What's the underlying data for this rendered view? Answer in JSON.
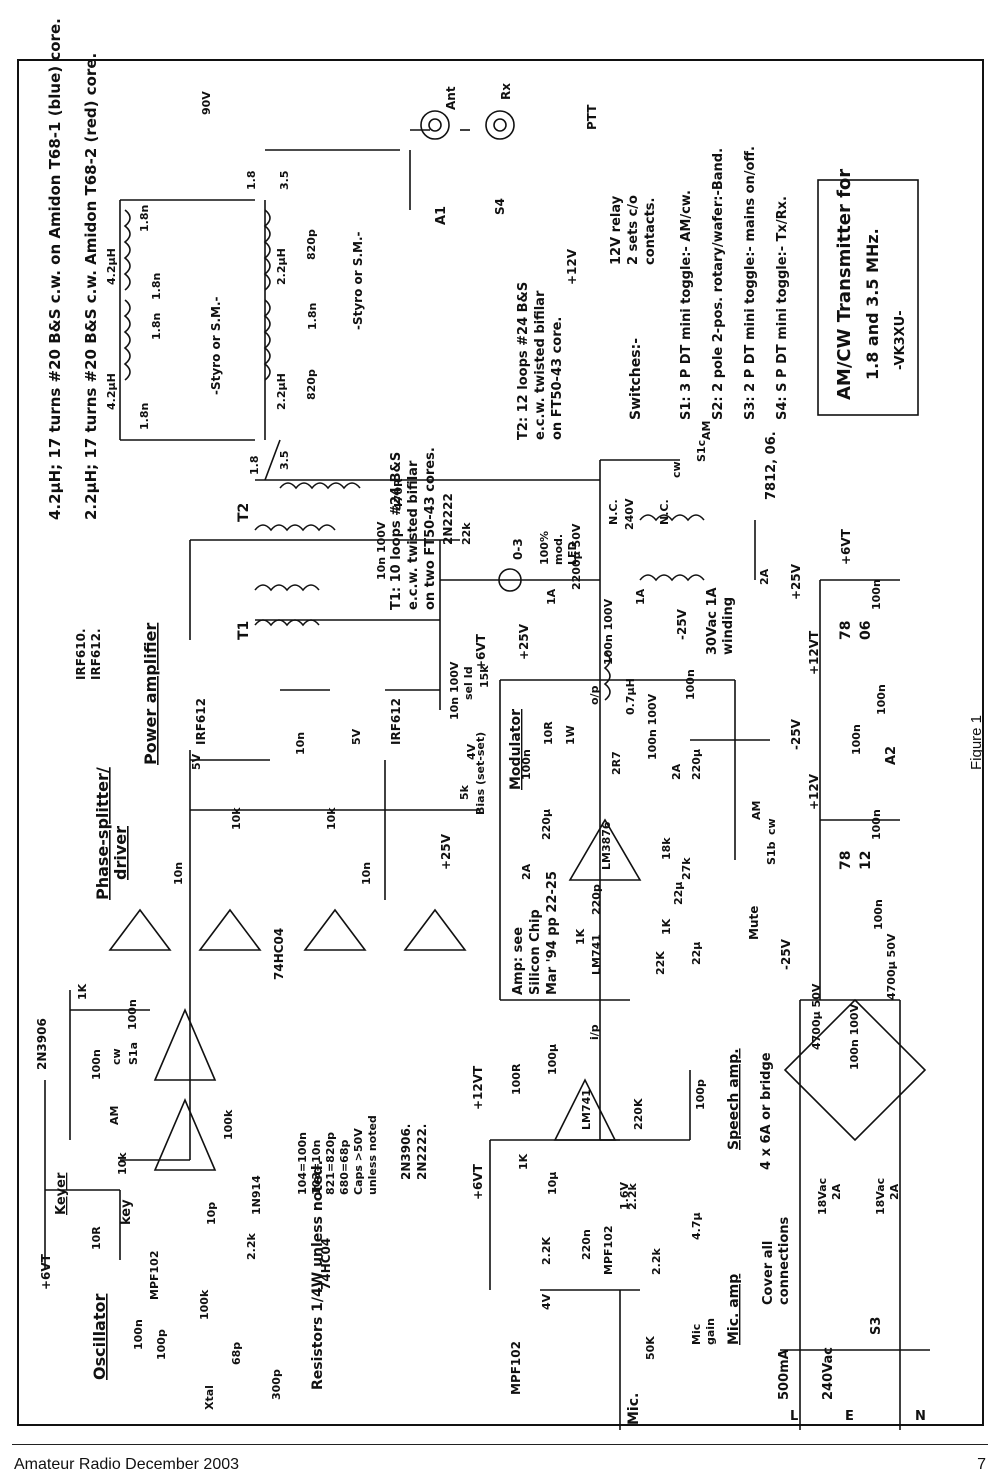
{
  "figure_label": "Figure 1",
  "footer": {
    "left": "Amateur Radio December 2003",
    "right": "7"
  },
  "title_box": {
    "line1": "AM/CW Transmitter for",
    "line2": "1.8 and 3.5 MHz.",
    "line3": "-VK3XU-"
  },
  "coil_notes": {
    "line1": "4.2μH; 17 turns #20 B&S c.w. on Amidon T68-1 (blue) core.",
    "line2": "2.2μH; 17 turns #20 B&S c.w. Amidon T68-2 (red) core."
  },
  "transformer_notes": {
    "t1": [
      "T1: 10 loops #24 B&S",
      "e.c.w. twisted bifilar",
      "on two FT50-43 cores."
    ],
    "t2": [
      "T2: 12 loops #24 B&S",
      "e.c.w. twisted bifilar",
      "on FT50-43 core."
    ]
  },
  "switches": {
    "heading": "Switches:-",
    "items": [
      "S1: 3 P DT mini toggle:- AM/cw.",
      "S2: 2 pole 2-pos. rotary/wafer:-Band.",
      "S3: 2 P DT mini toggle:- mains on/off.",
      "S4: S P DT mini toggle:- Tx/Rx."
    ]
  },
  "relay_note": [
    "12V relay",
    "2 sets c/o",
    "contacts."
  ],
  "general_notes": {
    "resistors": "Resistors 1/4W unless noted.",
    "caps_codes": [
      "104=100n",
      "103=10n",
      "821=820p",
      "680=68p"
    ],
    "caps_voltage": [
      "Caps >50V",
      "unless noted"
    ]
  },
  "section_labels": {
    "oscillator": "Oscillator",
    "phase_splitter": [
      "Phase-splitter/",
      "driver"
    ],
    "power_amp": "Power amplifier",
    "modulator": "Modulator",
    "speech_amp": "Speech amp.",
    "mic_amp": "Mic. amp"
  },
  "amp_note": [
    "Amp: see",
    "Silicon Chip",
    "Mar '94 pp 22-25"
  ],
  "part_labels": {
    "irf_types": [
      "IRF610.",
      "IRF612."
    ],
    "q1": "IRF612",
    "q2": "IRF612",
    "hc04": "74HC04",
    "hc04_pkg": "74HC04",
    "mpf102_osc": "MPF102",
    "mpf102_mic": "MPF102",
    "mpf102_pkg": "MPF102",
    "transistor_types": [
      "2N3906.",
      "2N2222."
    ],
    "q_keyer": "2N3906",
    "q_bias": "2N2222",
    "lm3876": "LM3876",
    "lm741_a": "LM741",
    "lm741_b": "LM741",
    "reg_12": [
      "78",
      "12"
    ],
    "reg_06": [
      "78",
      "06"
    ],
    "reg_types": "7812, 06.",
    "bridge": "4 x 6A or bridge",
    "diode_1n914": "1N914",
    "led": [
      "100%",
      "mod.",
      "LED"
    ],
    "meter": "0-3",
    "keyer": "Keyer",
    "key": "key",
    "xtal": "Xtal",
    "mic": "Mic.",
    "mic_gain": [
      "Mic",
      "gain"
    ],
    "mute": "Mute",
    "ptt": "PTT",
    "antenna": "Ant",
    "receiver": "Rx",
    "styro": "-Styro or S.M.-",
    "styro2": "-Styro or S.M.-",
    "t1": "T1",
    "t2": "T2",
    "a1": "A1",
    "a2": "A2",
    "cover": [
      "Cover all",
      "connections"
    ],
    "secondary": [
      "30Vac 1A",
      "winding"
    ],
    "fuse": "500mA",
    "mains": "240Vac",
    "mains_l": "L",
    "mains_e": "E",
    "mains_n": "N",
    "s3": "S3",
    "s4": "S4",
    "sec_18v_a": [
      "18Vac",
      "2A"
    ],
    "sec_18v_b": [
      "18Vac",
      "2A"
    ],
    "xfmr_240": [
      "N.C.",
      "240V",
      "N.C."
    ],
    "cw_am": [
      "AM",
      "cw",
      "S1c"
    ],
    "s1a": [
      "AM",
      "cw",
      "S1a"
    ],
    "s1b": [
      "AM",
      "S1b",
      "cw"
    ]
  },
  "values": {
    "rails": [
      "+6VT",
      "+6VT",
      "+12VT",
      "+12V",
      "+12V",
      "+12VT",
      "+25V",
      "+25V",
      "+25V",
      "-25V",
      "-25V",
      "-25V",
      "+6VT",
      "+6VT",
      "90V"
    ],
    "osc_parts": [
      "10R",
      "100n",
      "100k",
      "100p",
      "68p",
      "300p",
      "2.2k",
      "10p",
      "100k",
      "1K",
      "100n",
      "10k",
      "100n"
    ],
    "pa_parts": [
      "10n",
      "10n",
      "10k",
      "10k",
      "10n",
      "10n 100V",
      "10n 100V",
      "5k",
      "Bias (set-set)",
      "sel Id",
      "4V",
      "15k",
      "470R",
      "22k",
      "5V",
      "5V"
    ],
    "filter_parts": [
      "1.8n",
      "1.8n",
      "1.8n",
      "1.8n",
      "4.2μH",
      "4.2μH",
      "2.2μH",
      "2.2μH",
      "820p",
      "820p",
      "1.8n",
      "1.8",
      "3.5",
      "1.8",
      "3.5"
    ],
    "mod_parts": [
      "10R",
      "1W",
      "0.7μH",
      "100n 100V",
      "2R7",
      "100n",
      "220μ",
      "100n",
      "220μ",
      "18k",
      "27k",
      "22μ",
      "1K",
      "22μ",
      "22K",
      "1K",
      "220p",
      "2A",
      "2A"
    ],
    "psu_parts": [
      "1A",
      "1A",
      "2200μ 50V",
      "100n 100V",
      "4700μ 50V",
      "4700μ 50V",
      "100n",
      "100n",
      "100n 100V",
      "100n",
      "100n",
      "100n",
      "2A"
    ],
    "speech_parts": [
      "100R",
      "100μ",
      "1K",
      "10μ",
      "220K",
      "100p",
      "2.2k",
      "220n",
      "4.7μ",
      "2.2k",
      "1.6V",
      "50K",
      "2.2K",
      "4V",
      "i/p",
      "o/p"
    ]
  }
}
